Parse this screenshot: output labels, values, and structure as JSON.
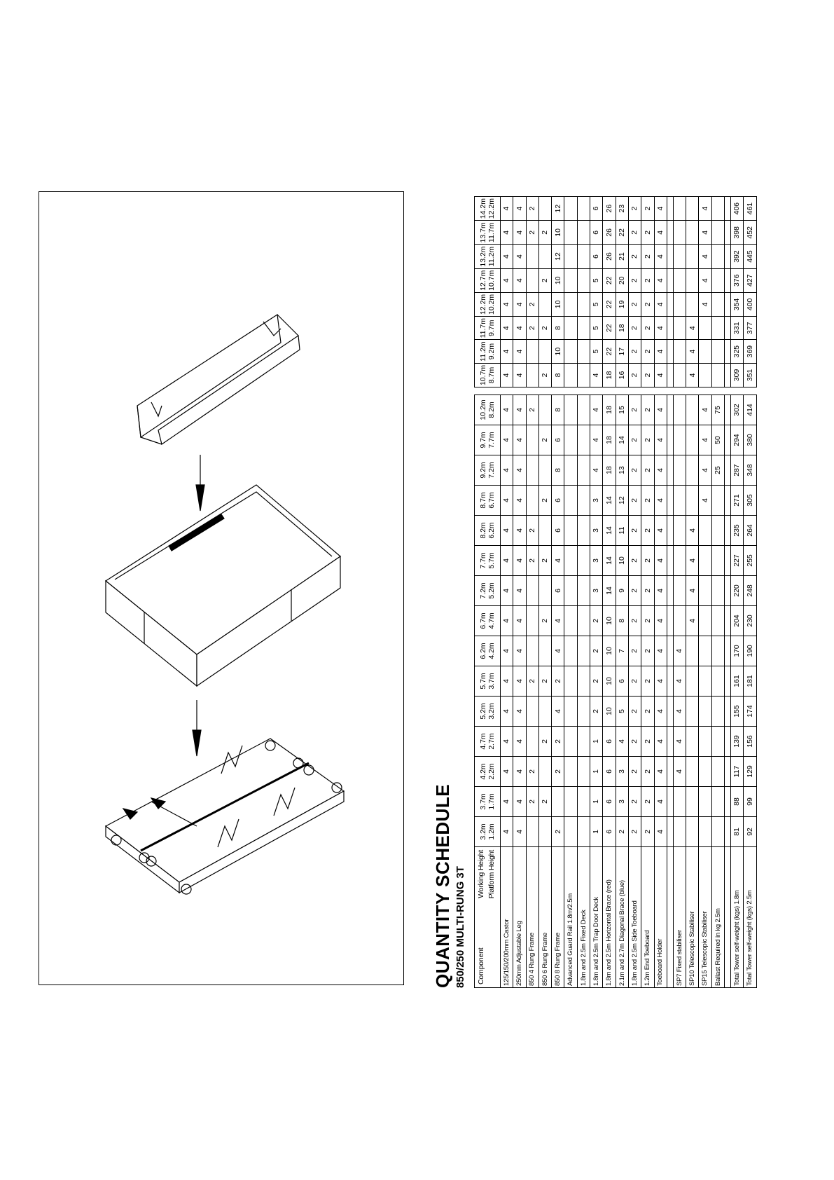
{
  "document": {
    "title": "QUANTITY SCHEDULE",
    "subtitle": "850/250 MULTI-RUNG 3T"
  },
  "schedule": {
    "header_component": "Component",
    "header_working": "Working Height",
    "header_platform": "Platform Height",
    "left_heights": [
      {
        "w": "3.2m",
        "p": "1.2m"
      },
      {
        "w": "3.7m",
        "p": "1.7m"
      },
      {
        "w": "4.2m",
        "p": "2.2m"
      },
      {
        "w": "4.7m",
        "p": "2.7m"
      },
      {
        "w": "5.2m",
        "p": "3.2m"
      },
      {
        "w": "5.7m",
        "p": "3.7m"
      },
      {
        "w": "6.2m",
        "p": "4.2m"
      },
      {
        "w": "6.7m",
        "p": "4.7m"
      },
      {
        "w": "7.2m",
        "p": "5.2m"
      },
      {
        "w": "7.7m",
        "p": "5.7m"
      },
      {
        "w": "8.2m",
        "p": "6.2m"
      },
      {
        "w": "8.7m",
        "p": "6.7m"
      },
      {
        "w": "9.2m",
        "p": "7.2m"
      },
      {
        "w": "9.7m",
        "p": "7.7m"
      },
      {
        "w": "10.2m",
        "p": "8.2m"
      }
    ],
    "right_heights": [
      {
        "w": "10.7m",
        "p": "8.7m"
      },
      {
        "w": "11.2m",
        "p": "9.2m"
      },
      {
        "w": "11.7m",
        "p": "9.7m"
      },
      {
        "w": "12.2m",
        "p": "10.2m"
      },
      {
        "w": "12.7m",
        "p": "10.7m"
      },
      {
        "w": "13.2m",
        "p": "11.2m"
      },
      {
        "w": "13.7m",
        "p": "11.7m"
      },
      {
        "w": "14.2m",
        "p": "12.2m"
      }
    ],
    "groups": [
      [
        {
          "label": "125/150/200mm Castor",
          "left": [
            "4",
            "4",
            "4",
            "4",
            "4",
            "4",
            "4",
            "4",
            "4",
            "4",
            "4",
            "4",
            "4",
            "4",
            "4"
          ],
          "right": [
            "4",
            "4",
            "4",
            "4",
            "4",
            "4",
            "4",
            "4"
          ]
        },
        {
          "label": "250mm Adjustable Leg",
          "left": [
            "4",
            "4",
            "4",
            "4",
            "4",
            "4",
            "4",
            "4",
            "4",
            "4",
            "4",
            "4",
            "4",
            "4",
            "4"
          ],
          "right": [
            "4",
            "4",
            "4",
            "4",
            "4",
            "4",
            "4",
            "4"
          ]
        },
        {
          "label": "850 4 Rung Frame",
          "left": [
            "",
            "2",
            "2",
            "",
            "",
            "2",
            "",
            "",
            "",
            "2",
            "2",
            "",
            "",
            "",
            "2"
          ],
          "right": [
            "",
            "",
            "2",
            "2",
            "",
            "",
            "2",
            "2"
          ]
        },
        {
          "label": "850 6 Rung Frame",
          "left": [
            "",
            "2",
            "",
            "2",
            "",
            "2",
            "",
            "2",
            "",
            "2",
            "",
            "2",
            "",
            "2",
            ""
          ],
          "right": [
            "2",
            "",
            "2",
            "",
            "2",
            "",
            "2",
            ""
          ]
        },
        {
          "label": "850 8 Rung Frame",
          "left": [
            "2",
            "",
            "2",
            "2",
            "4",
            "2",
            "4",
            "4",
            "6",
            "4",
            "6",
            "6",
            "8",
            "6",
            "8"
          ],
          "right": [
            "8",
            "10",
            "8",
            "10",
            "10",
            "12",
            "10",
            "12"
          ]
        },
        {
          "label": "Advanced Guard Rail 1.8m/2.5m",
          "left": [
            "",
            "",
            "",
            "",
            "",
            "",
            "",
            "",
            "",
            "",
            "",
            "",
            "",
            "",
            ""
          ],
          "right": [
            "",
            "",
            "",
            "",
            "",
            "",
            "",
            ""
          ]
        },
        {
          "label": "1.8m and 2.5m Fixed Deck",
          "left": [
            "",
            "",
            "",
            "",
            "",
            "",
            "",
            "",
            "",
            "",
            "",
            "",
            "",
            "",
            ""
          ],
          "right": [
            "",
            "",
            "",
            "",
            "",
            "",
            "",
            ""
          ]
        },
        {
          "label": "1.8m and 2.5m Trap Door Deck",
          "left": [
            "1",
            "1",
            "1",
            "1",
            "2",
            "2",
            "2",
            "2",
            "3",
            "3",
            "3",
            "3",
            "4",
            "4",
            "4"
          ],
          "right": [
            "4",
            "5",
            "5",
            "5",
            "5",
            "6",
            "6",
            "6"
          ]
        },
        {
          "label": "1.8m and 2.5m Horizontal Brace (red)",
          "left": [
            "6",
            "6",
            "6",
            "6",
            "10",
            "10",
            "10",
            "10",
            "14",
            "14",
            "14",
            "14",
            "18",
            "18",
            "18"
          ],
          "right": [
            "18",
            "22",
            "22",
            "22",
            "22",
            "26",
            "26",
            "26"
          ]
        },
        {
          "label": "2.1m and 2.7m Diagonal Brace (blue)",
          "left": [
            "2",
            "3",
            "3",
            "4",
            "5",
            "6",
            "7",
            "8",
            "9",
            "10",
            "11",
            "12",
            "13",
            "14",
            "15"
          ],
          "right": [
            "16",
            "17",
            "18",
            "19",
            "20",
            "21",
            "22",
            "23"
          ]
        },
        {
          "label": "1.8m and 2.5m Side Toeboard",
          "left": [
            "2",
            "2",
            "2",
            "2",
            "2",
            "2",
            "2",
            "2",
            "2",
            "2",
            "2",
            "2",
            "2",
            "2",
            "2"
          ],
          "right": [
            "2",
            "2",
            "2",
            "2",
            "2",
            "2",
            "2",
            "2"
          ]
        },
        {
          "label": "1.2m End Toeboard",
          "left": [
            "2",
            "2",
            "2",
            "2",
            "2",
            "2",
            "2",
            "2",
            "2",
            "2",
            "2",
            "2",
            "2",
            "2",
            "2"
          ],
          "right": [
            "2",
            "2",
            "2",
            "2",
            "2",
            "2",
            "2",
            "2"
          ]
        },
        {
          "label": "Toeboard Holder",
          "left": [
            "4",
            "4",
            "4",
            "4",
            "4",
            "4",
            "4",
            "4",
            "4",
            "4",
            "4",
            "4",
            "4",
            "4",
            "4"
          ],
          "right": [
            "4",
            "4",
            "4",
            "4",
            "4",
            "4",
            "4",
            "4"
          ]
        }
      ],
      [
        {
          "label": "SP7 Fixed stabiliser",
          "left": [
            "",
            "",
            "4",
            "4",
            "4",
            "4",
            "4",
            "",
            "",
            "",
            "",
            "",
            "",
            "",
            ""
          ],
          "right": [
            "",
            "",
            "",
            "",
            "",
            "",
            "",
            ""
          ]
        },
        {
          "label": "SP10 Telescopic Stabiliser",
          "left": [
            "",
            "",
            "",
            "",
            "",
            "",
            "",
            "4",
            "4",
            "4",
            "4",
            "",
            "",
            "",
            ""
          ],
          "right": [
            "4",
            "4",
            "4",
            "",
            "",
            "",
            "",
            ""
          ]
        },
        {
          "label": "SP15 Telescopic Stabiliser",
          "left": [
            "",
            "",
            "",
            "",
            "",
            "",
            "",
            "",
            "",
            "",
            "",
            "4",
            "4",
            "4",
            "4"
          ],
          "right": [
            "",
            "",
            "",
            "4",
            "4",
            "4",
            "4",
            "4"
          ]
        },
        {
          "label": "Ballast Required in kg 2.5m",
          "left": [
            "",
            "",
            "",
            "",
            "",
            "",
            "",
            "",
            "",
            "",
            "",
            "",
            "25",
            "50",
            "75"
          ],
          "right": [
            "",
            "",
            "",
            "",
            "",
            "",
            "",
            ""
          ]
        }
      ],
      [
        {
          "label": "Total Tower self-weight (kgs) 1.8m",
          "left": [
            "81",
            "88",
            "117",
            "139",
            "155",
            "161",
            "170",
            "204",
            "220",
            "227",
            "235",
            "271",
            "287",
            "294",
            "302"
          ],
          "right": [
            "309",
            "325",
            "331",
            "354",
            "376",
            "392",
            "398",
            "406"
          ]
        },
        {
          "label": "Total Tower self-weight (kgs) 2.5m",
          "left": [
            "92",
            "99",
            "129",
            "156",
            "174",
            "181",
            "190",
            "230",
            "248",
            "255",
            "264",
            "305",
            "348",
            "380",
            "414"
          ],
          "right": [
            "351",
            "369",
            "377",
            "400",
            "427",
            "445",
            "452",
            "461"
          ]
        }
      ]
    ]
  }
}
